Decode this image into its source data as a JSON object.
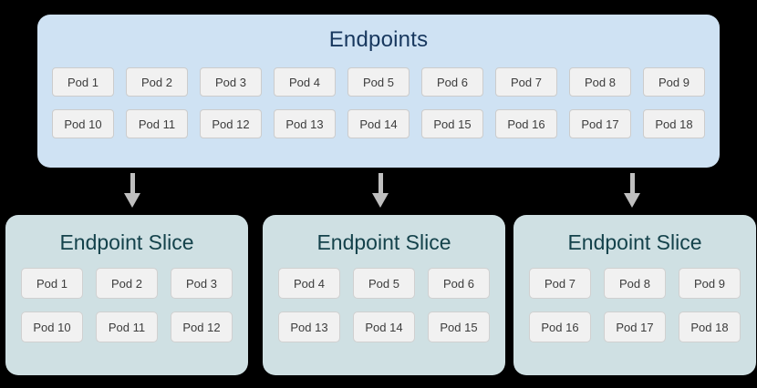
{
  "diagram": {
    "type": "endpoints-to-endpointslices",
    "colors": {
      "canvas_background": "#000000",
      "endpoints_background": "#cfe2f3",
      "endpoints_title_text": "#17375e",
      "slice_background": "#cfe0e3",
      "slice_title_text": "#14424b",
      "pod_chip_background": "#f1f1f1",
      "pod_chip_border": "#cccccc",
      "pod_chip_text": "#3c3c3c",
      "arrow_color": "#bfbfbf"
    }
  },
  "endpoints": {
    "title": "Endpoints",
    "rows": [
      [
        "Pod 1",
        "Pod 2",
        "Pod 3",
        "Pod 4",
        "Pod 5",
        "Pod 6",
        "Pod 7",
        "Pod 8",
        "Pod 9"
      ],
      [
        "Pod 10",
        "Pod 11",
        "Pod 12",
        "Pod 13",
        "Pod 14",
        "Pod 15",
        "Pod 16",
        "Pod 17",
        "Pod 18"
      ]
    ]
  },
  "arrows": [
    {
      "name": "arrow-to-slice-1"
    },
    {
      "name": "arrow-to-slice-2"
    },
    {
      "name": "arrow-to-slice-3"
    }
  ],
  "slices": [
    {
      "title": "Endpoint Slice",
      "rows": [
        [
          "Pod 1",
          "Pod 2",
          "Pod 3"
        ],
        [
          "Pod 10",
          "Pod 11",
          "Pod 12"
        ]
      ]
    },
    {
      "title": "Endpoint Slice",
      "rows": [
        [
          "Pod 4",
          "Pod 5",
          "Pod 6"
        ],
        [
          "Pod 13",
          "Pod 14",
          "Pod 15"
        ]
      ]
    },
    {
      "title": "Endpoint Slice",
      "rows": [
        [
          "Pod 7",
          "Pod 8",
          "Pod 9"
        ],
        [
          "Pod 16",
          "Pod 17",
          "Pod 18"
        ]
      ]
    }
  ]
}
